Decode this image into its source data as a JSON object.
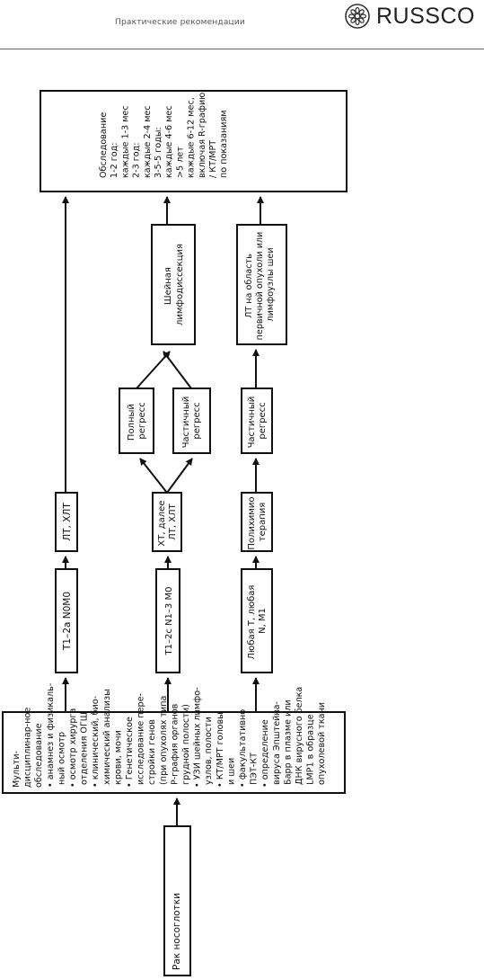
{
  "header": {
    "caption": "Практические рекомендации",
    "logo_text": "RUSSCO",
    "logo_icon": "flower-icon"
  },
  "side_note": "",
  "diagram": {
    "start": "Рак носоглотки",
    "exam": [
      "Мульти-",
      "дисциплинар-ное",
      "обследование",
      "• анамнез и физикаль-",
      "  ный осмотр",
      "• осмотр хирурга",
      "  отделения ОГШ",
      "• клинический, био-",
      "  химический анализы",
      "  крови, мочи",
      "• Генетическое",
      "  исследование пере-",
      "  стройки генов",
      "  (при опухолях типа",
      "  Р-графия органов",
      "  грудной полости)",
      "• УЗИ шейных лимфо-",
      "  узлов, полости",
      "• КТ/МРТ головы",
      "  и шеи",
      "• факультативно",
      "  ПЭТ-КТ",
      "• определение",
      "  вируса Эпштейна-",
      "  Барр в плазме или",
      "  ДНК вирусного белка",
      "  LMP1 в образце",
      "  опухолевой ткани"
    ],
    "row1": {
      "stage": "T1–2a N0M0",
      "treatment": "ЛТ, ХЛТ"
    },
    "row2": {
      "stage": "T1–2c N1–3 M0",
      "treatment": "ХТ, далее ЛТ, ХЛТ",
      "complete": "Полный регресс",
      "partial": "Частичный регресс",
      "next": "Шейная лимфодиссекция"
    },
    "row3": {
      "stage": "Любая T, любая N, M1",
      "treatment": "Полихимио терапия",
      "partial": "Частичный регресс",
      "next": "ЛТ на область первичной опухоли или лимфоузлы шеи"
    },
    "followup": [
      "Обследование",
      "1-2 год:",
      "каждые 1-3 мес",
      "2-3 год:",
      "каждые 2-4 мес",
      "3-5-5 годы:",
      "каждые 4-6 мес",
      ">5 лет",
      "каждые 6-12 мес,",
      "включая R-графию",
      "/ КТ/МРТ",
      "по показаниям"
    ]
  }
}
